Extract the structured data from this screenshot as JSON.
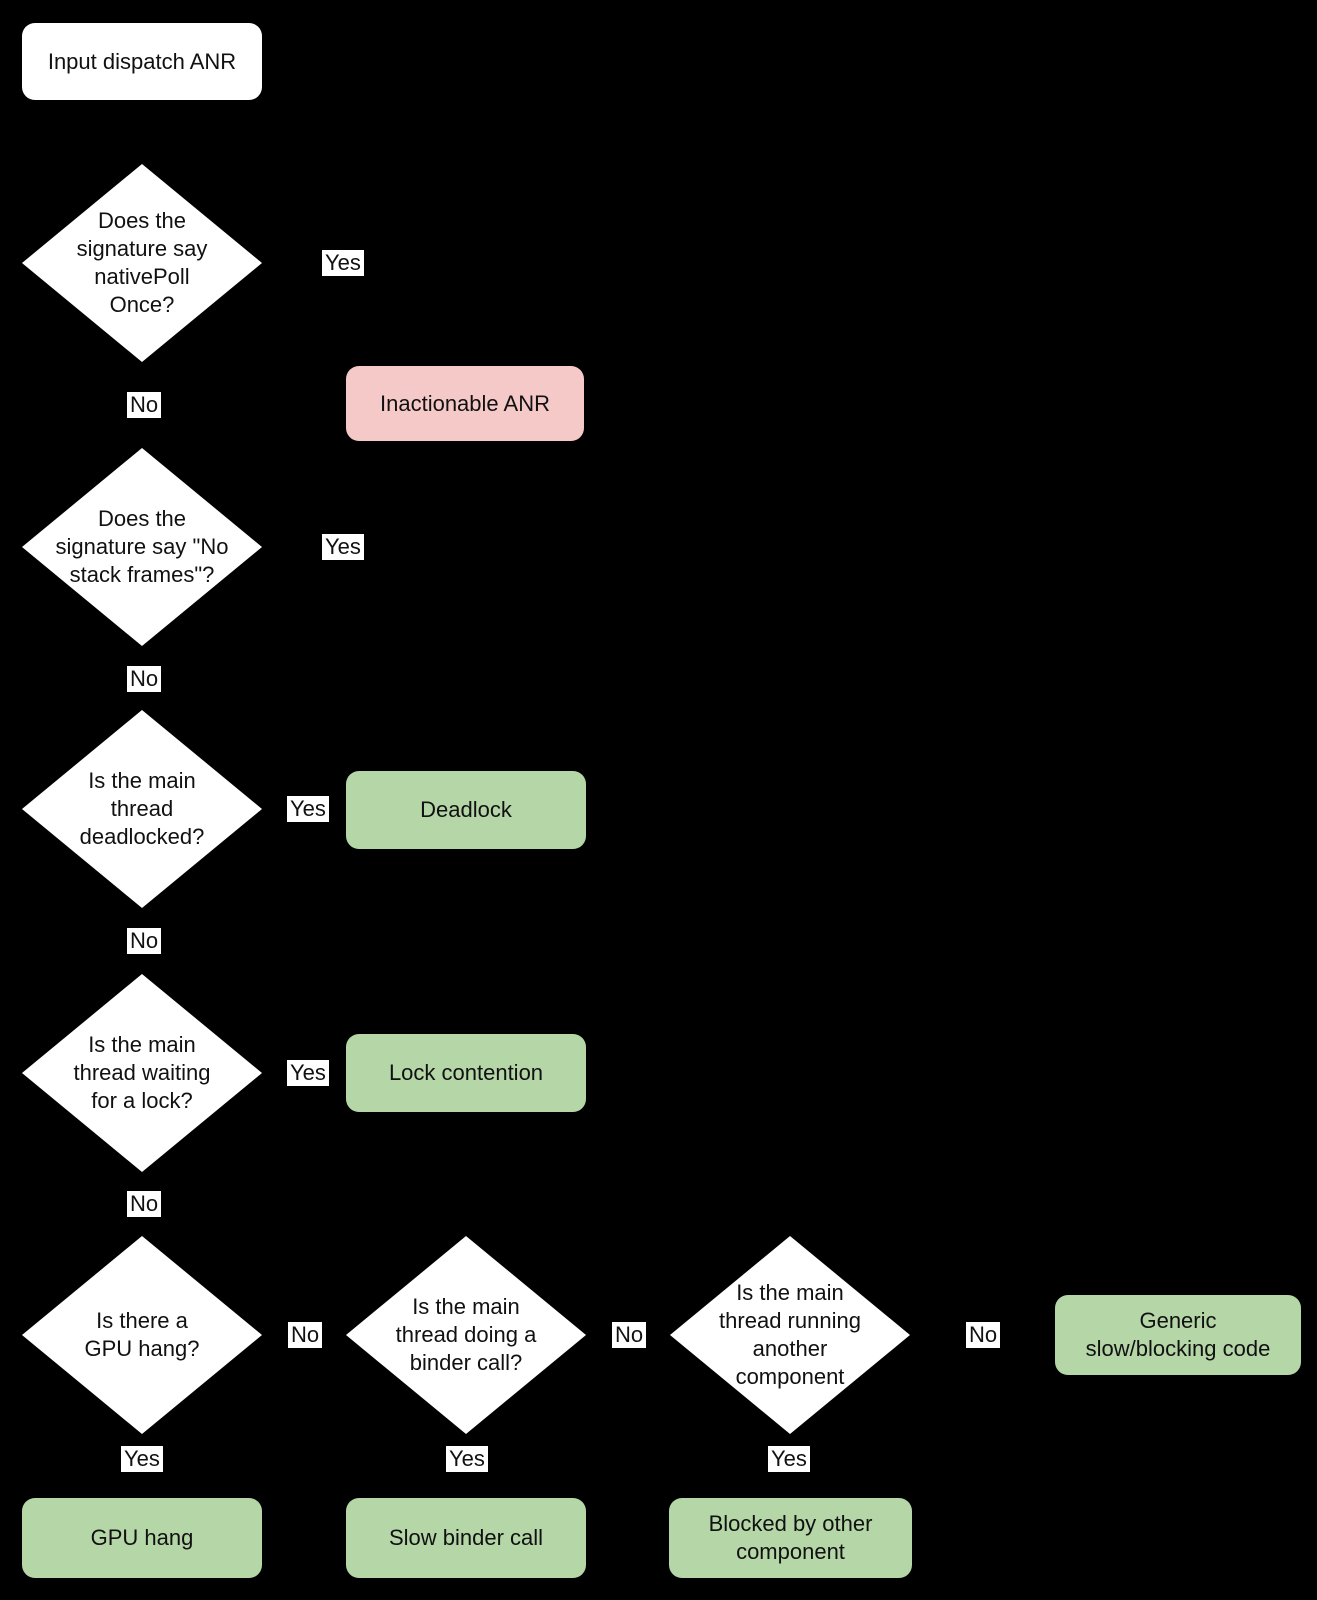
{
  "flowchart": {
    "description": "Input dispatch ANR triage decision tree",
    "colors": {
      "background": "#000000",
      "decision_fill": "#ffffff",
      "outcome_green": "#b5d6a7",
      "outcome_pink": "#f6c9c9",
      "text": "#111111",
      "edge_label_bg": "#ffffff"
    },
    "start": {
      "label": "Input dispatch ANR"
    },
    "decisions": [
      {
        "id": "d1",
        "label": "Does the\nsignature say\nnativePoll\nOnce?"
      },
      {
        "id": "d2",
        "label": "Does the\nsignature say \"No\nstack frames\"?"
      },
      {
        "id": "d3",
        "label": "Is the main\nthread\ndeadlocked?"
      },
      {
        "id": "d4",
        "label": "Is the main\nthread waiting\nfor a lock?"
      },
      {
        "id": "d5",
        "label": "Is there a\nGPU hang?"
      },
      {
        "id": "d6",
        "label": "Is the main\nthread doing a\nbinder call?"
      },
      {
        "id": "d7",
        "label": "Is the main\nthread running\nanother\ncomponent"
      }
    ],
    "outcomes": [
      {
        "id": "inactionable",
        "label": "Inactionable ANR",
        "kind": "inactionable"
      },
      {
        "id": "deadlock",
        "label": "Deadlock",
        "kind": "actionable"
      },
      {
        "id": "lock_contention",
        "label": "Lock contention",
        "kind": "actionable"
      },
      {
        "id": "generic",
        "label": "Generic\nslow/blocking code",
        "kind": "actionable"
      },
      {
        "id": "gpu_hang",
        "label": "GPU hang",
        "kind": "actionable"
      },
      {
        "id": "slow_binder",
        "label": "Slow binder call",
        "kind": "actionable"
      },
      {
        "id": "blocked_other",
        "label": "Blocked by other\ncomponent",
        "kind": "actionable"
      }
    ],
    "edge_labels": [
      {
        "id": "yes-d1",
        "text": "Yes"
      },
      {
        "id": "no-d1",
        "text": "No"
      },
      {
        "id": "yes-d2",
        "text": "Yes"
      },
      {
        "id": "no-d2",
        "text": "No"
      },
      {
        "id": "yes-d3",
        "text": "Yes"
      },
      {
        "id": "no-d3",
        "text": "No"
      },
      {
        "id": "yes-d4",
        "text": "Yes"
      },
      {
        "id": "no-d4",
        "text": "No"
      },
      {
        "id": "no-d5",
        "text": "No"
      },
      {
        "id": "no-d6",
        "text": "No"
      },
      {
        "id": "no-d7",
        "text": "No"
      },
      {
        "id": "yes-d5",
        "text": "Yes"
      },
      {
        "id": "yes-d6",
        "text": "Yes"
      },
      {
        "id": "yes-d7",
        "text": "Yes"
      }
    ]
  }
}
